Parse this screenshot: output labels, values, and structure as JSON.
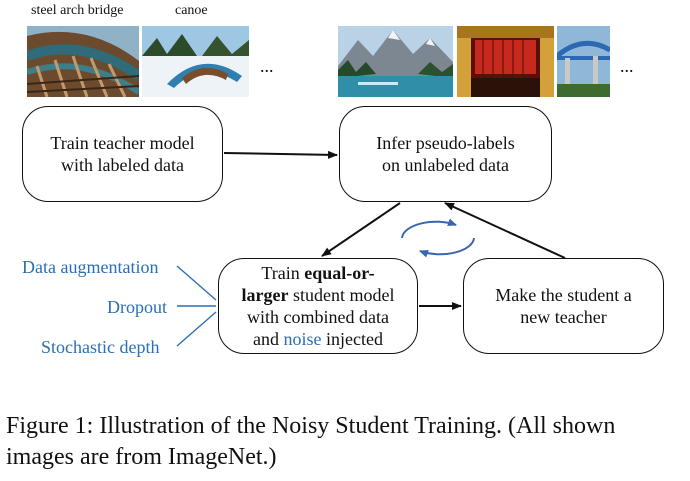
{
  "images": {
    "labels": [
      "steel arch bridge",
      "canoe"
    ],
    "ellipsis": "..."
  },
  "boxes": {
    "teacher": [
      "Train teacher model",
      "with labeled data"
    ],
    "infer": [
      "Infer pseudo-labels",
      "on unlabeled data"
    ],
    "student": {
      "line1": "Train ",
      "line1_bold": "equal-or-",
      "line2_bold": "larger",
      "line2": " student model",
      "line3": "with combined data",
      "line4_pre": "and ",
      "line4_noise": "noise",
      "line4_post": " injected"
    },
    "new_teacher": [
      "Make the student a",
      "new teacher"
    ]
  },
  "noise_types": [
    "Data augmentation",
    "Dropout",
    "Stochastic depth"
  ],
  "caption": "Figure 1: Illustration of the Noisy Student Training. (All shown images are from ImageNet.)",
  "colors": {
    "noise": "#2a6fb5",
    "cycle": "#3a66b0",
    "line": "#111111"
  }
}
